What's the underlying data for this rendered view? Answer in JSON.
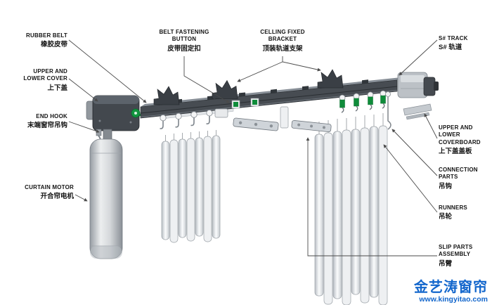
{
  "labels": {
    "rubber_belt": {
      "en": "RUBBER BELT",
      "zh": "橡胶皮带"
    },
    "belt_fastening_button": {
      "en": "BELT FASTENING BUTTON",
      "zh": "皮带固定扣"
    },
    "ceiling_fixed_bracket": {
      "en": "CELLING FIXED BRACKET",
      "zh": "顶装轨道支架"
    },
    "s_track": {
      "en": "S# TRACK",
      "zh": "S# 轨道"
    },
    "upper_and_lower_cover": {
      "en": "UPPER AND LOWER COVER",
      "zh": "上下盖"
    },
    "end_hook": {
      "en": "END HOOK",
      "zh": "末端窗帘吊钩"
    },
    "curtain_motor": {
      "en": "CURTAIN MOTOR",
      "zh": "开合帘电机"
    },
    "upper_and_lower_coverboard": {
      "en": "UPPER AND LOWER COVERBOARD",
      "zh": "上下盖盖板"
    },
    "connection_parts": {
      "en": "CONNECTION PARTS",
      "zh": "吊钩"
    },
    "runners": {
      "en": "RUNNERS",
      "zh": "吊轮"
    },
    "slip_parts_assembly": {
      "en": "SLIP PARTS ASSEMBLY",
      "zh": "吊臂"
    }
  },
  "watermark": {
    "brand": "金艺涛窗帘",
    "site": "www.kingyitao.com"
  },
  "colors": {
    "belt_green": "#12953f",
    "track_gray": "#474c52",
    "watermark_blue": "#1266cc"
  }
}
